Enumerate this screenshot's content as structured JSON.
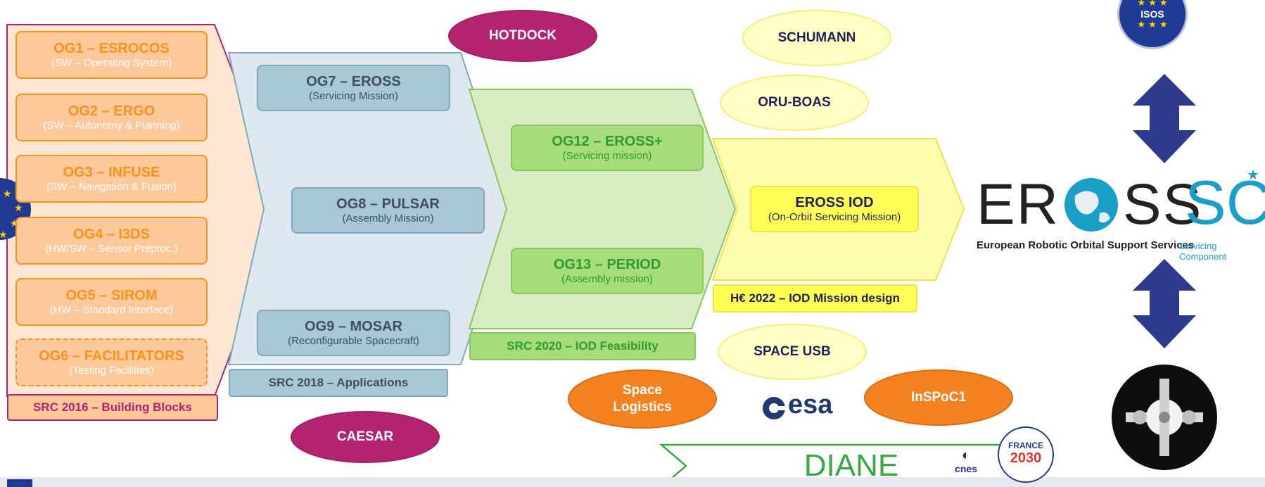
{
  "og_boxes": [
    {
      "title": "OG1 – ESROCOS",
      "subtitle": "(SW – Operating System)"
    },
    {
      "title": "OG2 – ERGO",
      "subtitle": "(SW – Autonomy & Planning)"
    },
    {
      "title": "OG3 – INFUSE",
      "subtitle": "(SW – Navigation & Fusion)"
    },
    {
      "title": "OG4 – I3DS",
      "subtitle": "(HW/SW – Sensor Preproc.)"
    },
    {
      "title": "OG5 – SIROM",
      "subtitle": "(HW – Standard Interface)"
    },
    {
      "title": "OG6 – FACILITATORS",
      "subtitle": "(Testing Facilities)"
    },
    {
      "title": "OG7 – EROSS",
      "subtitle": "(Servicing Mission)"
    },
    {
      "title": "OG8 – PULSAR",
      "subtitle": "(Assembly Mission)"
    },
    {
      "title": "OG9 – MOSAR",
      "subtitle": "(Reconfigurable Spacecraft)"
    },
    {
      "title": "OG12 – EROSS+",
      "subtitle": "(Servicing mission)"
    },
    {
      "title": "OG13 – PERIOD",
      "subtitle": "(Assembly mission)"
    },
    {
      "title": "EROSS IOD",
      "subtitle": "(On-Orbit Servicing Mission)"
    }
  ],
  "phases": {
    "src2016": "SRC 2016 – Building Blocks",
    "src2018": "SRC 2018 – Applications",
    "src2020": "SRC 2020 – IOD Feasibility",
    "he2022": "H€ 2022 – IOD Mission design"
  },
  "projects": {
    "hotdock": "HOTDOCK",
    "caesar": "CAESAR",
    "schumann": "SCHUMANN",
    "oru_boas": "ORU-BOAS",
    "space_usb": "SPACE USB",
    "space_logistics": "Space Logistics",
    "inspoc1": "InSPoC1",
    "diane": "DIANE"
  },
  "logos": {
    "esa": "esa",
    "cnes": "cnes",
    "france_top": "FRANCE",
    "france_year": "2030",
    "eross_left": "ER",
    "eross_right": "SS",
    "eross_caption": "European Robotic Orbital Support Services",
    "sc": "SC",
    "sc_caption": "Servicing Component",
    "isos": "ISOS"
  },
  "colors": {
    "orange": "#f7931e",
    "magenta": "#b42370",
    "blue": "#7fa8ba",
    "green": "#89c55a",
    "yellow": "#ffff55",
    "navy": "#2e3a8c",
    "teal": "#1aa0c8"
  }
}
